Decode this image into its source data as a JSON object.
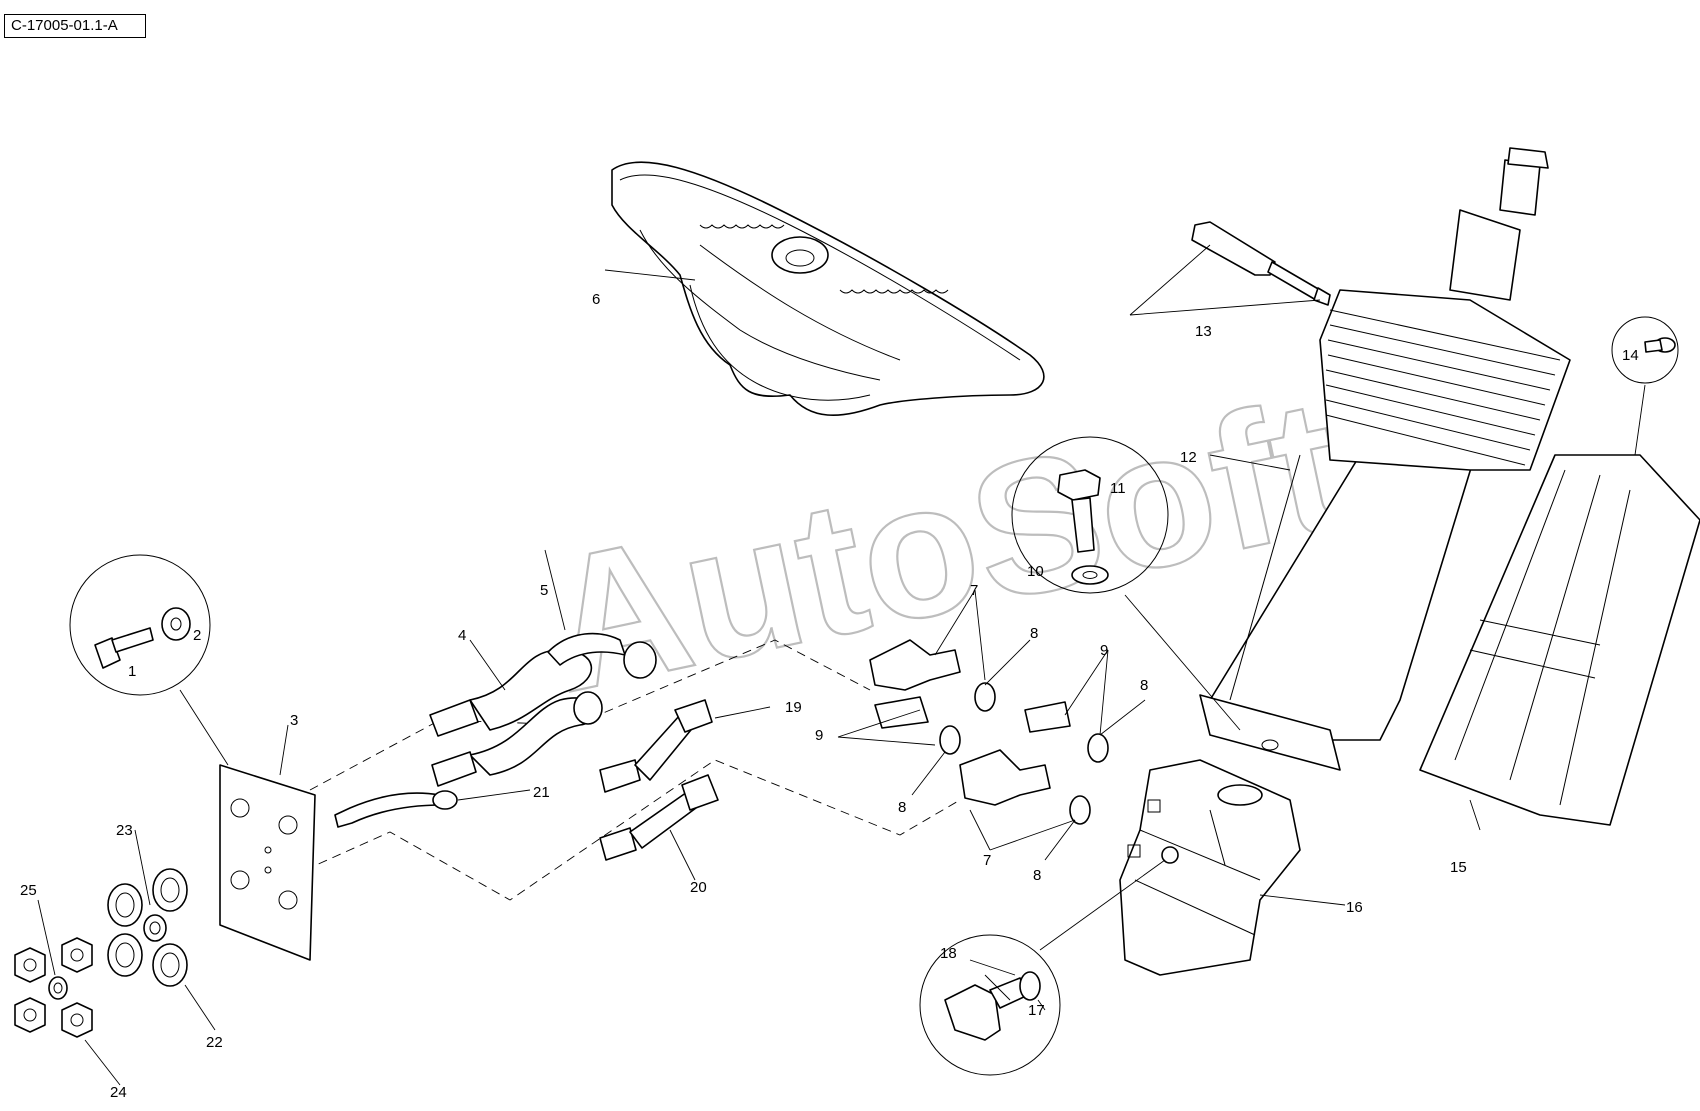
{
  "drawing_ref": "C-17005-01.1-A",
  "watermark": "AutoSoft",
  "callouts": [
    {
      "id": "c1",
      "text": "1"
    },
    {
      "id": "c2",
      "text": "2"
    },
    {
      "id": "c3",
      "text": "3"
    },
    {
      "id": "c4",
      "text": "4"
    },
    {
      "id": "c5",
      "text": "5"
    },
    {
      "id": "c6",
      "text": "6"
    },
    {
      "id": "c7a",
      "text": "7"
    },
    {
      "id": "c7b",
      "text": "7"
    },
    {
      "id": "c8a",
      "text": "8"
    },
    {
      "id": "c8b",
      "text": "8"
    },
    {
      "id": "c8c",
      "text": "8"
    },
    {
      "id": "c8d",
      "text": "8"
    },
    {
      "id": "c9a",
      "text": "9"
    },
    {
      "id": "c9b",
      "text": "9"
    },
    {
      "id": "c10",
      "text": "10"
    },
    {
      "id": "c11",
      "text": "11"
    },
    {
      "id": "c12",
      "text": "12"
    },
    {
      "id": "c13",
      "text": "13"
    },
    {
      "id": "c14",
      "text": "14"
    },
    {
      "id": "c15",
      "text": "15"
    },
    {
      "id": "c16",
      "text": "16"
    },
    {
      "id": "c17",
      "text": "17"
    },
    {
      "id": "c18",
      "text": "18"
    },
    {
      "id": "c19",
      "text": "19"
    },
    {
      "id": "c20",
      "text": "20"
    },
    {
      "id": "c21",
      "text": "21"
    },
    {
      "id": "c22",
      "text": "22"
    },
    {
      "id": "c23",
      "text": "23"
    },
    {
      "id": "c24",
      "text": "24"
    },
    {
      "id": "c25",
      "text": "25"
    }
  ]
}
